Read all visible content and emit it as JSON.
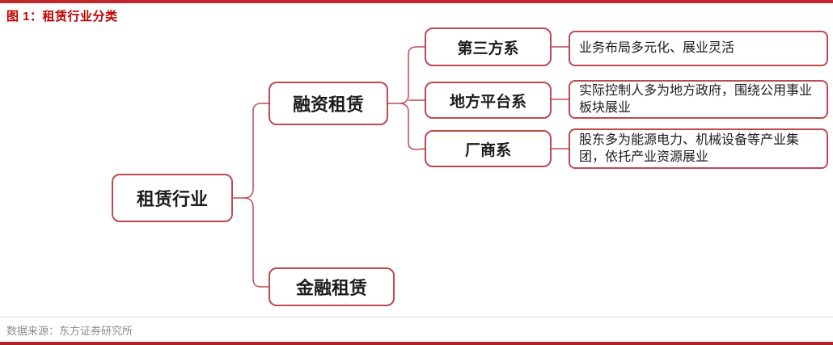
{
  "title": "图 1：租赁行业分类",
  "footer": {
    "source_label": "数据来源：东方证券研究所"
  },
  "colors": {
    "accent_red_border": "#c0494f",
    "title_red": "#c00000",
    "top_bar_red": "#c1272b",
    "bottom_bar_red": "#a8262a",
    "footer_gray": "#8c8c8c"
  },
  "chart_data": {
    "type": "table",
    "title": "租赁行业分类",
    "tree": {
      "root": {
        "label": "租赁行业"
      },
      "children": [
        {
          "label": "融资租赁",
          "children": [
            {
              "label": "第三方系",
              "description": "业务布局多元化、展业灵活"
            },
            {
              "label": "地方平台系",
              "description": "实际控制人多为地方政府，围绕公用事业板块展业"
            },
            {
              "label": "厂商系",
              "description": "股东多为能源电力、机械设备等产业集团，依托产业资源展业"
            }
          ]
        },
        {
          "label": "金融租赁",
          "children": []
        }
      ]
    }
  },
  "tree": {
    "root": {
      "label": "租赁行业"
    },
    "children": [
      {
        "label": "融资租赁",
        "children": [
          {
            "label": "第三方系",
            "description": "业务布局多元化、展业灵活"
          },
          {
            "label": "地方平台系",
            "description": "实际控制人多为地方政府，围绕公用事业板块展业"
          },
          {
            "label": "厂商系",
            "description": "股东多为能源电力、机械设备等产业集团，依托产业资源展业"
          }
        ]
      },
      {
        "label": "金融租赁",
        "children": []
      }
    ]
  }
}
